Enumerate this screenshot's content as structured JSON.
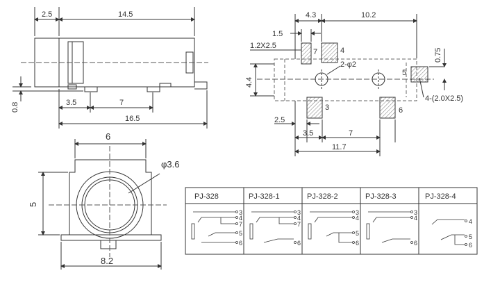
{
  "side_view": {
    "dims": {
      "a": "2.5",
      "b": "14.5",
      "c": "3.5",
      "d": "7",
      "e": "16.5",
      "f": "0.8"
    }
  },
  "top_view": {
    "dims": {
      "a": "4.3",
      "b": "10.2",
      "c": "1.5",
      "d": "1.2X2.5",
      "e": "0.75",
      "f": "4.4",
      "g": "2-φ2",
      "h": "2.5",
      "i": "3.5",
      "j": "7",
      "k": "11.7",
      "l": "4-(2.0X2.5)"
    },
    "pads": {
      "p7": "7",
      "p4": "4",
      "p5": "5",
      "p3": "3",
      "p6": "6"
    }
  },
  "front_view": {
    "dims": {
      "width": "6",
      "height": "5",
      "base": "8.2",
      "hole": "φ3.6"
    }
  },
  "table": {
    "headers": [
      "PJ-328",
      "PJ-328-1",
      "PJ-328-2",
      "PJ-328-3",
      "PJ-328-4"
    ],
    "pins": [
      [
        "3",
        "4",
        "7",
        "5",
        "6"
      ],
      [
        "3",
        "4",
        "7",
        "6"
      ],
      [
        "3",
        "4",
        "5",
        "6"
      ],
      [
        "3",
        "4",
        "6"
      ],
      [
        "4",
        "5",
        "6"
      ]
    ]
  }
}
